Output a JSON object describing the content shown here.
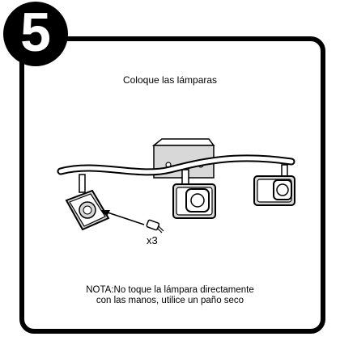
{
  "step": {
    "number": "5"
  },
  "title": "Coloque las lámparas",
  "quantity_label": "x3",
  "note": {
    "line1": "NOTA:No toque la lámpara directamente",
    "line2": "con las manos, utilice un paño seco"
  },
  "colors": {
    "ink": "#000000",
    "paper": "#ffffff",
    "shade": "#d8d8d8"
  },
  "icons": [
    "spotlight-fixture-illustration",
    "bulb-icon",
    "insert-arrow-icon"
  ]
}
